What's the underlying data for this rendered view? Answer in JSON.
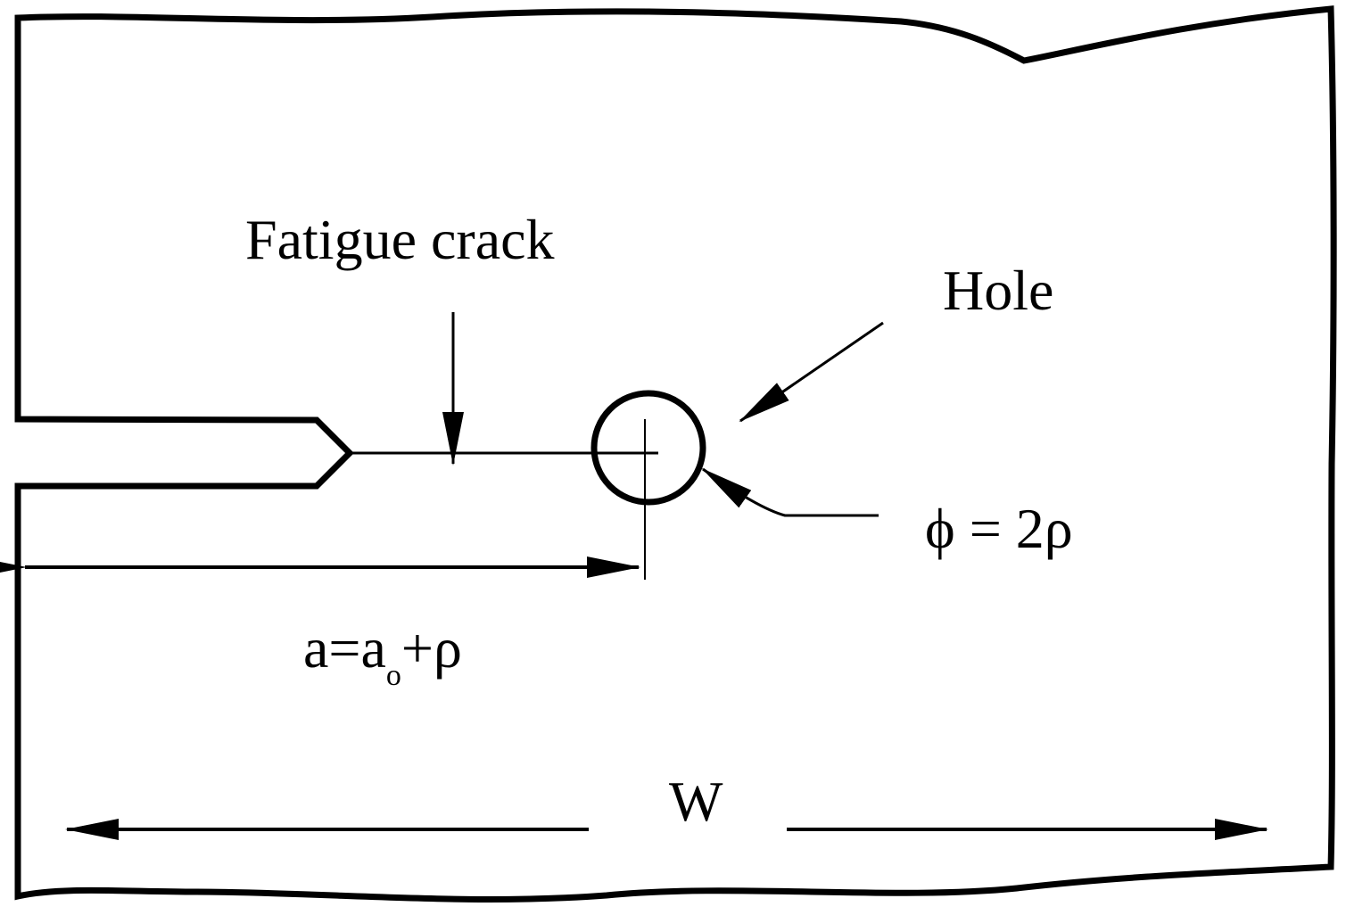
{
  "labels": {
    "fatigue_crack": "Fatigue crack",
    "hole": "Hole",
    "diameter": "ϕ = 2ρ",
    "crack_length_main": "a=a",
    "crack_length_sub": "o",
    "crack_length_rest": "+ρ",
    "width": "W"
  },
  "colors": {
    "line": "#000000",
    "background": "#ffffff"
  }
}
